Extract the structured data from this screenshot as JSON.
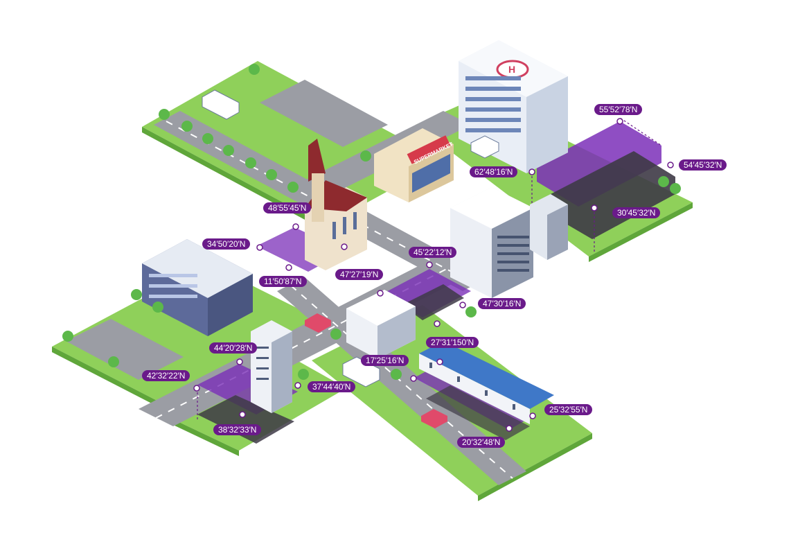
{
  "map": {
    "signage": {
      "supermarket": "SUPERMARKET",
      "helipad": "H"
    },
    "colors": {
      "grass": "#8fd05a",
      "grass_edge": "#5fa63a",
      "road": "#9b9da4",
      "road_dark": "#6f7178",
      "parcel_fill": "#7b2fb8",
      "parcel_dark": "#3e3a46",
      "label_bg": "#6a1a8a",
      "label_text": "#ffffff"
    },
    "coordinate_labels": [
      {
        "id": "c01",
        "text": "55′52′78′N"
      },
      {
        "id": "c02",
        "text": "54′45′32′N"
      },
      {
        "id": "c03",
        "text": "62′48′16′N"
      },
      {
        "id": "c04",
        "text": "30′45′32′N"
      },
      {
        "id": "c05",
        "text": "48′55′45′N"
      },
      {
        "id": "c06",
        "text": "34′50′20′N"
      },
      {
        "id": "c07",
        "text": "11′50′87′N"
      },
      {
        "id": "c08",
        "text": "47′27′19′N"
      },
      {
        "id": "c09",
        "text": "45′22′12′N"
      },
      {
        "id": "c10",
        "text": "47′30′16′N"
      },
      {
        "id": "c11",
        "text": "27′31′150′N"
      },
      {
        "id": "c12",
        "text": "44′20′28′N"
      },
      {
        "id": "c13",
        "text": "17′25′16′N"
      },
      {
        "id": "c14",
        "text": "42′32′22′N"
      },
      {
        "id": "c15",
        "text": "37′44′40′N"
      },
      {
        "id": "c16",
        "text": "25′32′55′N"
      },
      {
        "id": "c17",
        "text": "38′32′33′N"
      },
      {
        "id": "c18",
        "text": "20′32′48′N"
      }
    ]
  }
}
